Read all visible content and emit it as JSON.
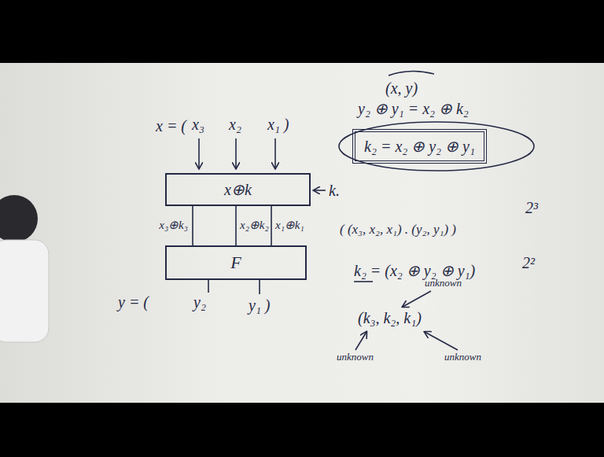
{
  "diagram": {
    "nodes": [
      {
        "text": [
          "x⊕k"
        ]
      },
      {
        "text": [
          "F"
        ]
      },
      {
        "text": [
          "k₂ = x₂ ⊕ y₂ ⊕ y₁"
        ]
      }
    ],
    "edges": [
      {
        "from": 0,
        "to": 1,
        "arrow": "none",
        "label": "x₃⊕k₃"
      },
      {
        "from": 0,
        "to": 1,
        "arrow": "none",
        "label": "x₂⊕k₂"
      },
      {
        "from": 0,
        "to": 1,
        "arrow": "none",
        "label": "x₁⊕k₁"
      }
    ],
    "labels": [
      "x = (",
      "x₃",
      "x₂",
      "x₁ )",
      "k.",
      "y = (",
      "y₂",
      "y₁ )",
      "(x, y)",
      "y₂ ⊕ y₁ = x₂ ⊕ k₂",
      "( (x₃, x₂, x₁) . (y₂, y₁) )",
      "2³",
      "k₂ = (x₂ ⊕ y₂ ⊕ y₁)",
      "2²",
      "unknown",
      "(k₃, k₂, k₁)",
      "unknown",
      "unknown"
    ]
  }
}
